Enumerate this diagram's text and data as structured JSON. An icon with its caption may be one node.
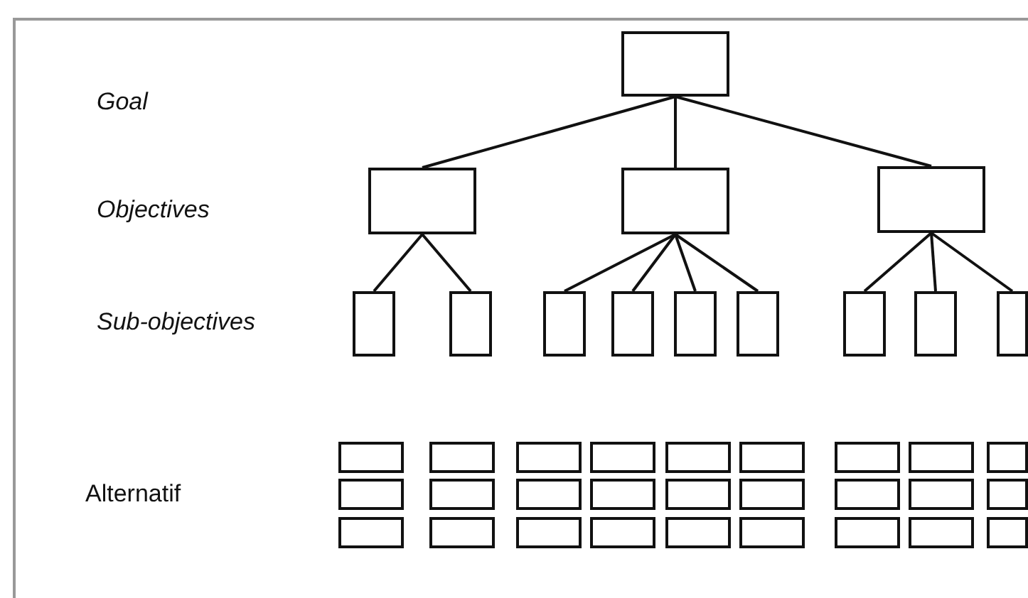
{
  "diagram": {
    "nodes": [
      {
        "text": [],
        "shape": "box"
      },
      {
        "text": [],
        "shape": "box"
      },
      {
        "text": [],
        "shape": "box"
      },
      {
        "text": [],
        "shape": "box"
      },
      {
        "text": [],
        "shape": "box"
      },
      {
        "text": [],
        "shape": "box"
      },
      {
        "text": [],
        "shape": "box"
      },
      {
        "text": [],
        "shape": "box"
      },
      {
        "text": [],
        "shape": "box"
      },
      {
        "text": [],
        "shape": "box"
      },
      {
        "text": [],
        "shape": "box"
      },
      {
        "text": [],
        "shape": "box"
      },
      {
        "text": [],
        "shape": "box"
      },
      {
        "text": [],
        "shape": "box"
      },
      {
        "text": [],
        "shape": "box"
      },
      {
        "text": [],
        "shape": "box"
      },
      {
        "text": [],
        "shape": "box"
      },
      {
        "text": [],
        "shape": "box"
      },
      {
        "text": [],
        "shape": "box"
      },
      {
        "text": [],
        "shape": "box"
      },
      {
        "text": [],
        "shape": "box"
      },
      {
        "text": [],
        "shape": "box"
      },
      {
        "text": [],
        "shape": "box"
      },
      {
        "text": [],
        "shape": "box"
      },
      {
        "text": [],
        "shape": "box"
      },
      {
        "text": [],
        "shape": "box"
      },
      {
        "text": [],
        "shape": "box"
      },
      {
        "text": [],
        "shape": "box"
      },
      {
        "text": [],
        "shape": "box"
      },
      {
        "text": [],
        "shape": "box"
      },
      {
        "text": [],
        "shape": "box"
      },
      {
        "text": [],
        "shape": "box"
      },
      {
        "text": [],
        "shape": "box"
      },
      {
        "text": [],
        "shape": "box"
      },
      {
        "text": [],
        "shape": "box"
      },
      {
        "text": [],
        "shape": "box"
      },
      {
        "text": [],
        "shape": "box"
      },
      {
        "text": [],
        "shape": "box"
      },
      {
        "text": [],
        "shape": "box"
      },
      {
        "text": [],
        "shape": "box"
      }
    ],
    "edges": [
      {
        "from": 0,
        "to": 1,
        "arrow": "none"
      },
      {
        "from": 0,
        "to": 2,
        "arrow": "none"
      },
      {
        "from": 0,
        "to": 3,
        "arrow": "none"
      },
      {
        "from": 1,
        "to": 4,
        "arrow": "none"
      },
      {
        "from": 1,
        "to": 5,
        "arrow": "none"
      },
      {
        "from": 2,
        "to": 6,
        "arrow": "none"
      },
      {
        "from": 2,
        "to": 7,
        "arrow": "none"
      },
      {
        "from": 2,
        "to": 8,
        "arrow": "none"
      },
      {
        "from": 2,
        "to": 9,
        "arrow": "none"
      },
      {
        "from": 3,
        "to": 10,
        "arrow": "none"
      },
      {
        "from": 3,
        "to": 11,
        "arrow": "none"
      },
      {
        "from": 3,
        "to": 12,
        "arrow": "none"
      }
    ],
    "labels": [
      "Goal",
      "Objectives",
      "Sub-objectives",
      "Alternatif"
    ]
  }
}
